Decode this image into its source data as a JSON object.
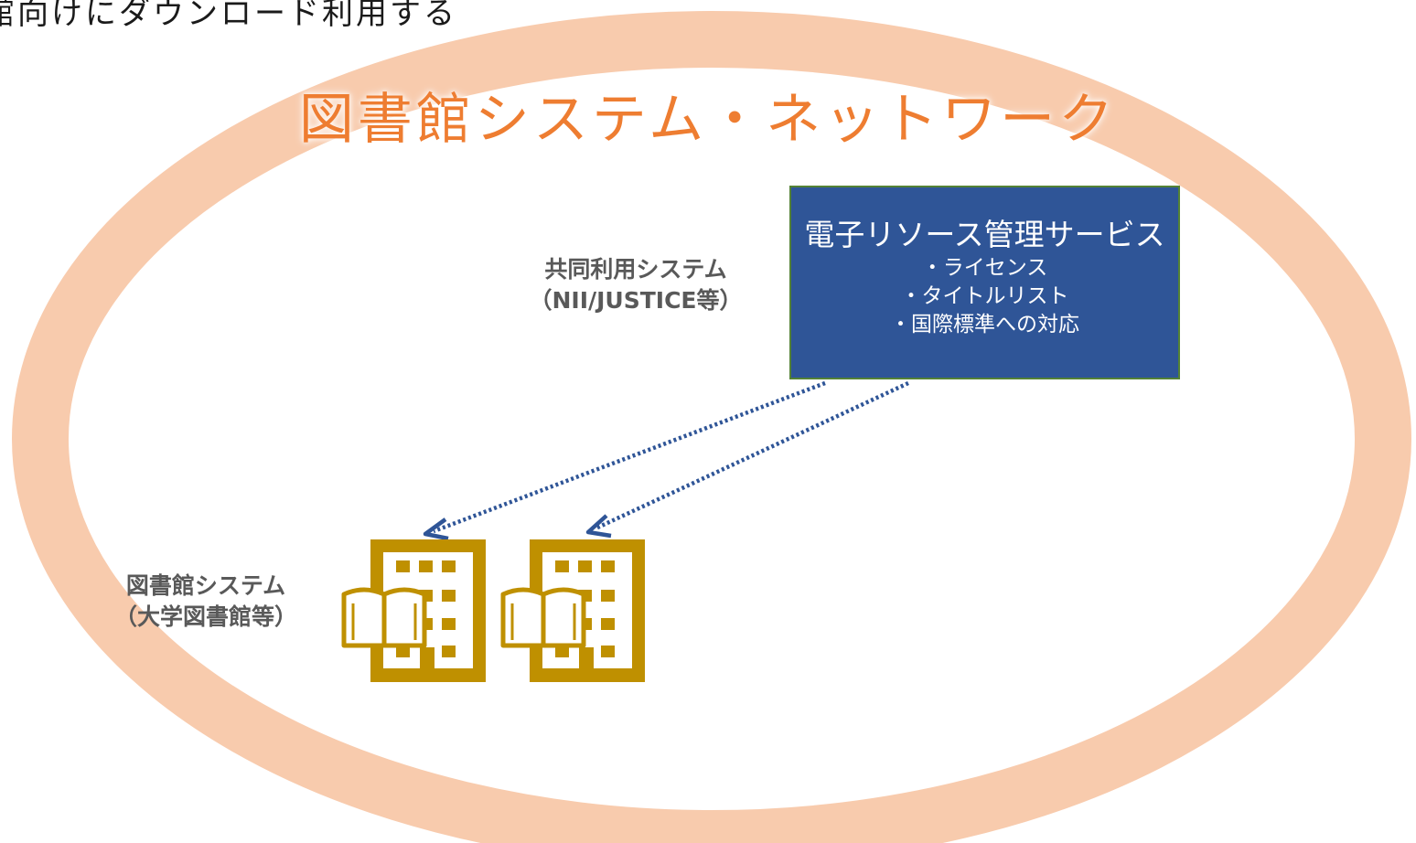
{
  "page": {
    "heading": "館向けにダウンロード利用する"
  },
  "network": {
    "title": "図書館システム・ネットワーク"
  },
  "shared_system": {
    "line1": "共同利用システム",
    "line2": "（NII/JUSTICE等）"
  },
  "service": {
    "title": "電子リソース管理サービス",
    "items": [
      "・ライセンス",
      "・タイトルリスト",
      "・国際標準への対応"
    ]
  },
  "library_system": {
    "line1": "図書館システム",
    "line2": "（大学図書館等）"
  },
  "icons": {
    "library_building": "library-building-icon"
  },
  "colors": {
    "ring": "#f8cbad",
    "title": "#ee7d31",
    "service_box": "#2f5597",
    "service_border": "#548235",
    "arrow": "#2f5597",
    "building": "#bf9000",
    "label": "#595959"
  }
}
